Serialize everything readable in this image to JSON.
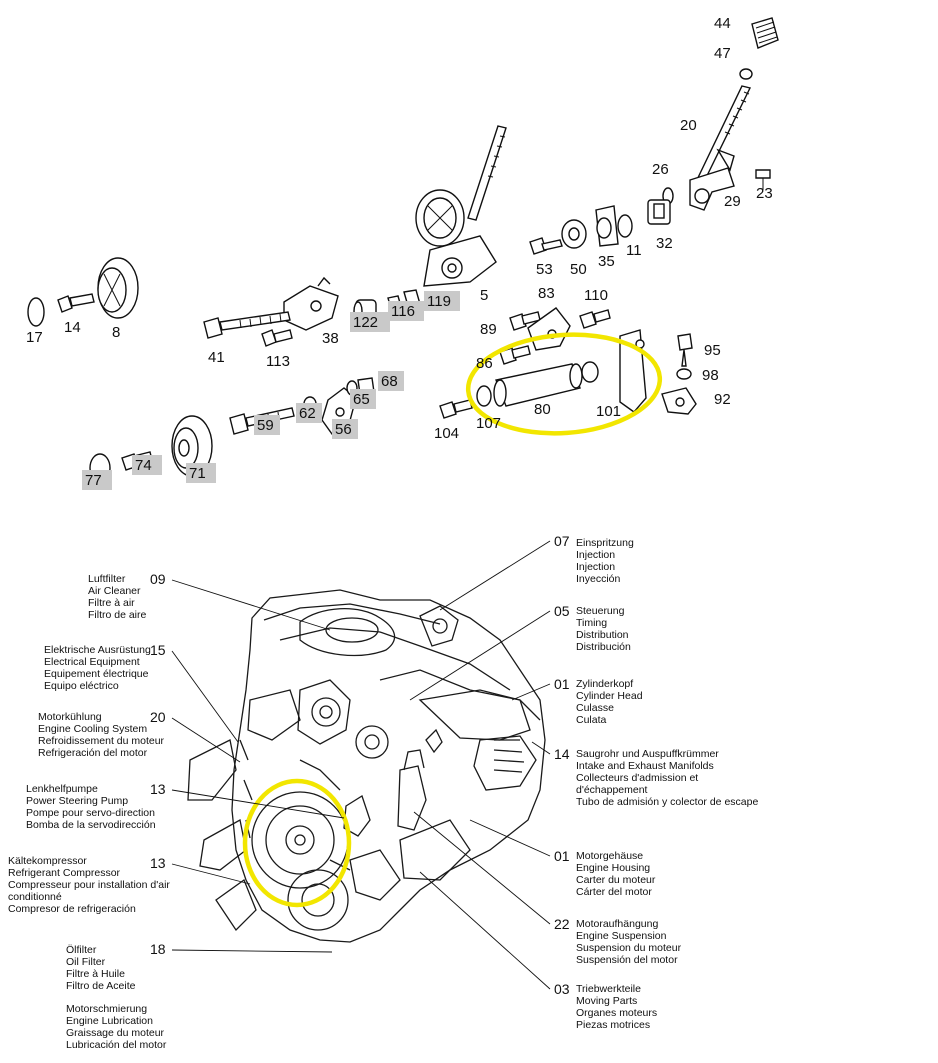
{
  "parts_diagram": {
    "numbers": [
      "44",
      "47",
      "20",
      "26",
      "23",
      "29",
      "32",
      "11",
      "35",
      "50",
      "53",
      "5",
      "83",
      "110",
      "89",
      "86",
      "95",
      "98",
      "92",
      "101",
      "80",
      "107",
      "104",
      "17",
      "14",
      "8",
      "41",
      "113",
      "38",
      "59",
      "62",
      "56",
      "65",
      "68"
    ],
    "tags": [
      "122",
      "116",
      "119",
      "77",
      "74",
      "71",
      "59",
      "62",
      "56",
      "65",
      "68"
    ]
  },
  "engine_diagram": {
    "groups": [
      {
        "code": "09",
        "lines": [
          "Luftfilter",
          "Air Cleaner",
          "Filtre à air",
          "Filtro de aire"
        ]
      },
      {
        "code": "15",
        "lines": [
          "Elektrische Ausrüstung",
          "Electrical Equipment",
          "Equipement électrique",
          "Equipo eléctrico"
        ]
      },
      {
        "code": "20",
        "lines": [
          "Motorkühlung",
          "Engine Cooling System",
          "Refroidissement du moteur",
          "Refrigeración del motor"
        ]
      },
      {
        "code": "13",
        "lines": [
          "Lenkhelfpumpe",
          "Power Steering Pump",
          "Pompe pour servo-direction",
          "Bomba de la servodirección"
        ]
      },
      {
        "code": "13",
        "lines": [
          "Kältekompressor",
          "Refrigerant Compressor",
          "Compresseur pour installation d'air",
          "conditionné",
          "Compresor de refrigeración"
        ]
      },
      {
        "code": "18",
        "lines": [
          "Ölfilter",
          "Oil Filter",
          "Filtre à Huile",
          "Filtro de Aceite"
        ]
      },
      {
        "code": "",
        "lines": [
          "Motorschmierung",
          "Engine Lubrication",
          "Graissage du moteur",
          "Lubricación del motor"
        ]
      },
      {
        "code": "07",
        "lines": [
          "Einspritzung",
          "Injection",
          "Injection",
          "Inyección"
        ]
      },
      {
        "code": "05",
        "lines": [
          "Steuerung",
          "Timing",
          "Distribution",
          "Distribución"
        ]
      },
      {
        "code": "01",
        "lines": [
          "Zylinderkopf",
          "Cylinder Head",
          "Culasse",
          "Culata"
        ]
      },
      {
        "code": "14",
        "lines": [
          "Saugrohr und Auspuffkrümmer",
          "Intake and Exhaust Manifolds",
          "Collecteurs d'admission et",
          "d'échappement",
          "Tubo de admisión y colector de escape"
        ]
      },
      {
        "code": "01",
        "lines": [
          "Motorgehäuse",
          "Engine Housing",
          "Carter du moteur",
          "Cárter del motor"
        ]
      },
      {
        "code": "22",
        "lines": [
          "Motoraufhängung",
          "Engine Suspension",
          "Suspension du moteur",
          "Suspensión del motor"
        ]
      },
      {
        "code": "03",
        "lines": [
          "Triebwerkteile",
          "Moving Parts",
          "Organes moteurs",
          "Piezas motrices"
        ]
      }
    ]
  },
  "colors": {
    "highlight": "#f2e600",
    "tag_background": "#c9c9c9",
    "ink": "#111111"
  }
}
